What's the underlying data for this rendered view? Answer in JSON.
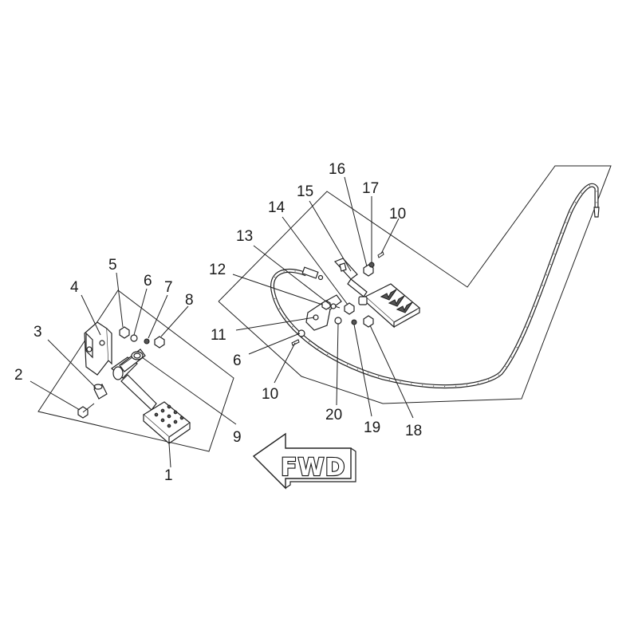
{
  "arrow_label": "FWD",
  "callouts": [
    {
      "id": "c1",
      "text": "1"
    },
    {
      "id": "c2",
      "text": "2"
    },
    {
      "id": "c3",
      "text": "3"
    },
    {
      "id": "c4",
      "text": "4"
    },
    {
      "id": "c5",
      "text": "5"
    },
    {
      "id": "c6a",
      "text": "6"
    },
    {
      "id": "c7",
      "text": "7"
    },
    {
      "id": "c8",
      "text": "8"
    },
    {
      "id": "c9",
      "text": "9"
    },
    {
      "id": "c10a",
      "text": "10"
    },
    {
      "id": "c10b",
      "text": "10"
    },
    {
      "id": "c11",
      "text": "11"
    },
    {
      "id": "c12",
      "text": "12"
    },
    {
      "id": "c13",
      "text": "13"
    },
    {
      "id": "c14",
      "text": "14"
    },
    {
      "id": "c15",
      "text": "15"
    },
    {
      "id": "c6b",
      "text": "6"
    },
    {
      "id": "c16",
      "text": "16"
    },
    {
      "id": "c17",
      "text": "17"
    },
    {
      "id": "c18",
      "text": "18"
    },
    {
      "id": "c19",
      "text": "19"
    },
    {
      "id": "c20",
      "text": "20"
    }
  ]
}
